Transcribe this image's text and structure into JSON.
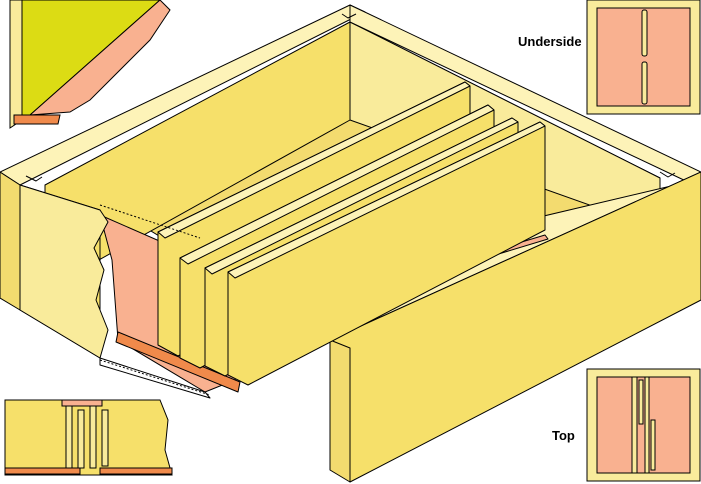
{
  "labels": {
    "underside": "Underside",
    "top": "Top"
  },
  "colors": {
    "wall_light": "#F9EB9B",
    "wall_face": "#F3DB6F",
    "wall_dark": "#F6E06A",
    "copper": "#F9B190",
    "copper_edge": "#F08A4B",
    "rim": "#FDF3B8",
    "chartreuse": "#DCDC14",
    "outline": "#000000"
  },
  "insets": [
    "corner-section-detail",
    "underside-view",
    "top-view",
    "bottom-section-detail"
  ]
}
